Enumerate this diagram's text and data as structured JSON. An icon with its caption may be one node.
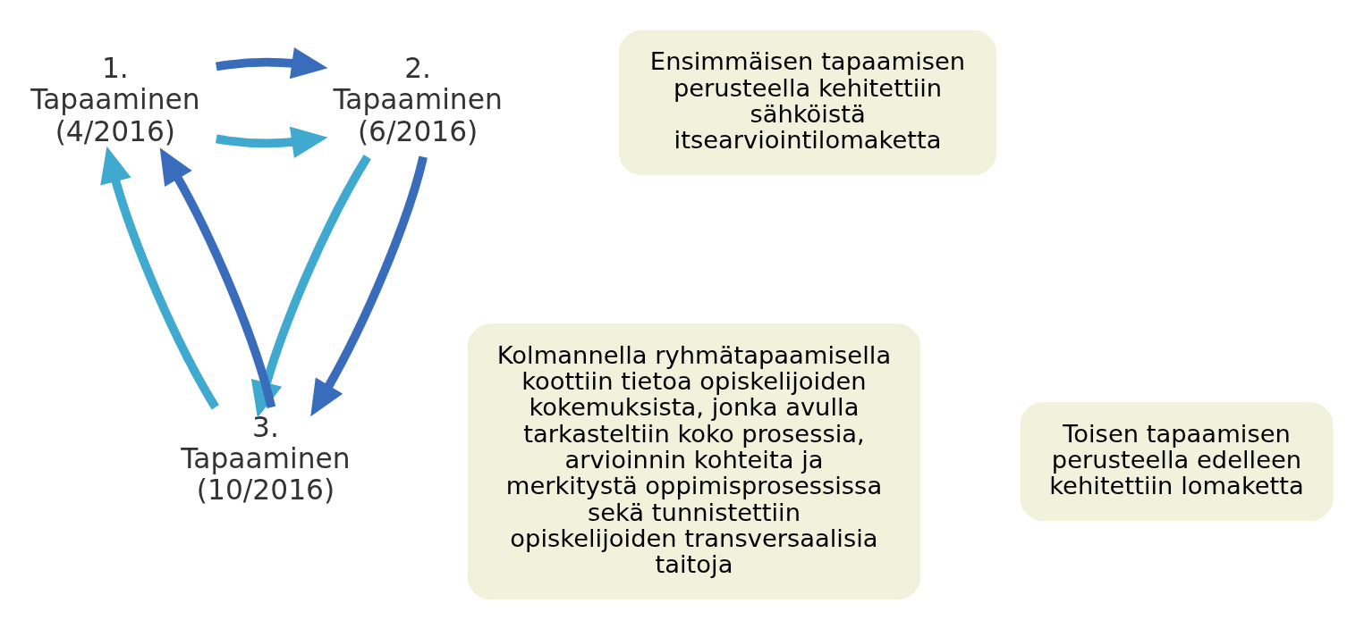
{
  "diagram": {
    "nodes": [
      {
        "text": [
          "1. Tapaaminen (4/2016)"
        ]
      },
      {
        "text": [
          "2. Tapaaminen (6/2016)"
        ]
      },
      {
        "text": [
          "3. Tapaaminen (10/2016)"
        ]
      },
      {
        "text": [
          "Ensimmäisen tapaamisen perusteella kehitettiin sähköistä itsearviointilomaketta"
        ]
      },
      {
        "text": [
          "Toisen tapaamisen perusteella edelleen kehitettiin lomaketta"
        ]
      },
      {
        "text": [
          "Kolmannella ryhmätapaamisella koottiin tietoa opiskelijoiden kokemuksista, jonka avulla tarkasteltiin koko prosessia, arvioinnin kohteita ja merkitystä oppimisprosessissa sekä tunnistettiin opiskelijoiden transversaalisia taitoja"
        ]
      }
    ],
    "edges": [
      {
        "from": 0,
        "to": 1,
        "arrow": "to",
        "color": "#3fa9d0"
      },
      {
        "from": 0,
        "to": 1,
        "arrow": "to",
        "color": "#3a6cbc"
      },
      {
        "from": 1,
        "to": 2,
        "arrow": "to",
        "color": "#3fa9d0"
      },
      {
        "from": 1,
        "to": 2,
        "arrow": "to",
        "color": "#3a6cbc"
      },
      {
        "from": 2,
        "to": 0,
        "arrow": "to",
        "color": "#3fa9d0"
      },
      {
        "from": 2,
        "to": 0,
        "arrow": "to",
        "color": "#3a6cbc"
      }
    ]
  }
}
